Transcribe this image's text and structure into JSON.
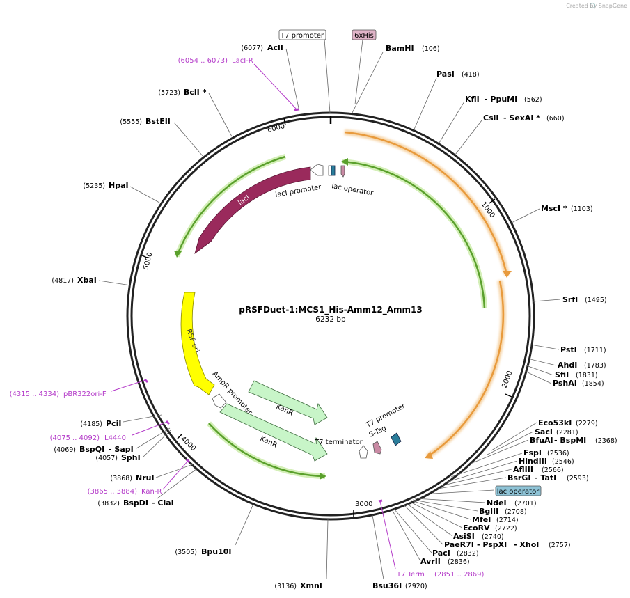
{
  "credit": "Created by SnapGene",
  "plasmid": {
    "name": "pRSFDuet-1:MCS1_His-Amm12_Amm13",
    "length_label": "6232 bp"
  },
  "ticks": [
    "1000",
    "2000",
    "3000",
    "4000",
    "5000",
    "6000"
  ],
  "features": {
    "laci": "lacI",
    "laci_promoter": "lacI promoter",
    "lac_operator": "lac operator",
    "rsf_ori": "RSF ori",
    "ampr_promoter": "AmpR promoter",
    "kanr_a": "KanR",
    "kanr_b": "KanR",
    "t7_terminator": "T7 terminator",
    "s_tag": "S-Tag",
    "t7_promoter_inner": "T7 promoter",
    "t7_promoter_box": "T7 promoter",
    "his_box": "6xHis",
    "lac_operator_box": "lac operator"
  },
  "sites": {
    "acli": {
      "name": "AclI",
      "pos": "(6077)"
    },
    "bamhi": {
      "name": "BamHI",
      "pos": "(106)"
    },
    "pasi": {
      "name": "PasI",
      "pos": "(418)"
    },
    "kfli": {
      "name": "KflI",
      "name2": "- PpuMI",
      "pos": "(562)"
    },
    "csii": {
      "name": "CsiI",
      "name2": "- SexAI *",
      "pos": "(660)"
    },
    "msci": {
      "name": "MscI *",
      "pos": "(1103)"
    },
    "srfi": {
      "name": "SrfI",
      "pos": "(1495)"
    },
    "psti": {
      "name": "PstI",
      "pos": "(1711)"
    },
    "ahdi": {
      "name": "AhdI",
      "pos": "(1783)"
    },
    "sfii": {
      "name": "SfiI",
      "pos": "(1831)"
    },
    "pshai": {
      "name": "PshAI",
      "pos": "(1854)"
    },
    "eco53ki": {
      "name": "Eco53kI",
      "pos": "(2279)"
    },
    "saci": {
      "name": "SacI",
      "pos": "(2281)"
    },
    "bfuai": {
      "name": "BfuAI",
      "name2": "- BspMI",
      "pos": "(2368)"
    },
    "fspi": {
      "name": "FspI",
      "pos": "(2536)"
    },
    "hindiii": {
      "name": "HindIII",
      "pos": "(2546)"
    },
    "aflii": {
      "name": "AflIII",
      "pos": "(2566)"
    },
    "bsrgi": {
      "name": "BsrGI",
      "name2": "- TatI",
      "pos": "(2593)"
    },
    "ndei": {
      "name": "NdeI",
      "pos": "(2701)"
    },
    "bglii": {
      "name": "BglII",
      "pos": "(2708)"
    },
    "mfei": {
      "name": "MfeI",
      "pos": "(2714)"
    },
    "ecorv": {
      "name": "EcoRV",
      "pos": "(2722)"
    },
    "asisi": {
      "name": "AsiSI",
      "pos": "(2740)"
    },
    "paer7i": {
      "name": "PaeR7I",
      "name2": "- PspXI",
      "name3": "- XhoI",
      "pos": "(2757)"
    },
    "paci": {
      "name": "PacI",
      "pos": "(2832)"
    },
    "avrii": {
      "name": "AvrII",
      "pos": "(2836)"
    },
    "bsu36i": {
      "name": "Bsu36I",
      "pos": "(2920)"
    },
    "xmni": {
      "name": "XmnI",
      "pos": "(3136)"
    },
    "bpu10i": {
      "name": "Bpu10I",
      "pos": "(3505)"
    },
    "bspdi": {
      "name": "BspDI",
      "name2": "- ClaI",
      "pos": "(3832)"
    },
    "nrui": {
      "name": "NruI",
      "pos": "(3868)"
    },
    "sphi": {
      "name": "SphI",
      "pos": "(4057)"
    },
    "bspqi": {
      "name": "BspQI",
      "name2": "- SapI",
      "pos": "(4069)"
    },
    "pcii": {
      "name": "PciI",
      "pos": "(4185)"
    },
    "xbai": {
      "name": "XbaI",
      "pos": "(4817)"
    },
    "hpai": {
      "name": "HpaI",
      "pos": "(5235)"
    },
    "bsteii": {
      "name": "BstEII",
      "pos": "(5555)"
    },
    "bcli": {
      "name": "BclI *",
      "pos": "(5723)"
    }
  },
  "primers": {
    "laci_r": {
      "range": "(6054 .. 6073)",
      "name": "LacI-R"
    },
    "t7term": {
      "name": "T7 Term",
      "range": "(2851 .. 2869)"
    },
    "kanr_p": {
      "range": "(3865 .. 3884)",
      "name": "Kan-R"
    },
    "l4440": {
      "range": "(4075 .. 4092)",
      "name": "L4440"
    },
    "pbr322": {
      "range": "(4315 .. 4334)",
      "name": "pBR322ori-F"
    }
  },
  "colors": {
    "laci": "#9a2a5c",
    "rsf_ori": "#ffff00",
    "kanr": "#c8f5c8",
    "orange_arc": "#f0a64a",
    "green_arc": "#7ac142",
    "primer": "#b43bc9",
    "his_box": "#e0b4c8",
    "lac_op_box": "#8ec3d6",
    "backbone": "#222222"
  }
}
